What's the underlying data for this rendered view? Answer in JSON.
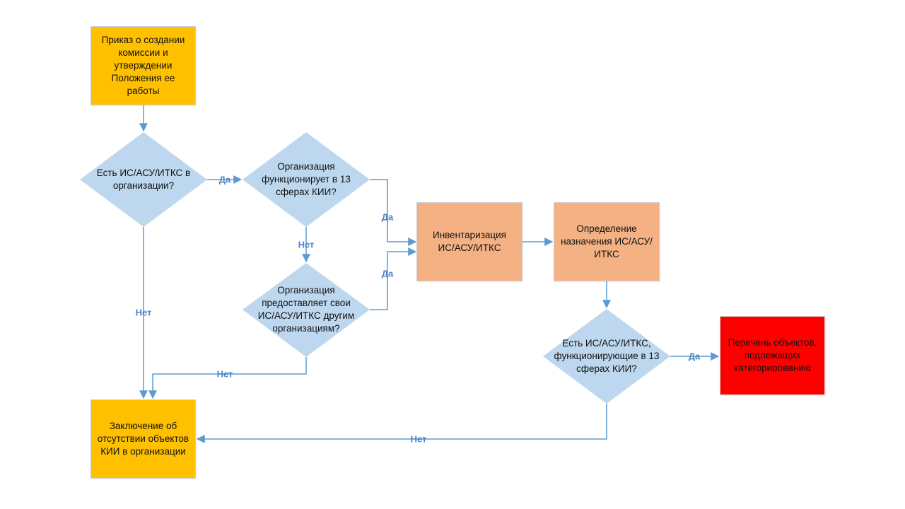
{
  "colors": {
    "start": "#ffc000",
    "process": "#f4b183",
    "result": "#ff0000",
    "decision": "#bdd7ee",
    "connector": "#5b9bd5",
    "edge_label": "#4a86c5"
  },
  "nodes": {
    "order": "Приказ о создании\nкомиссии и\nутверждении\nПоложения ее\nработы",
    "q_has_systems": "Есть ИС/АСУ/ИТКС в\nорганизации?",
    "q_functions_13": "Организация\nфункционирует в 13\nсферах КИИ?",
    "q_provides": "Организация\nпредоставляет свои\nИС/АСУ/ИТКС другим\nорганизациям?",
    "inventory": "Инвентаризация\nИС/АСУ/ИТКС",
    "purpose": "Определение\nназначения ИС/АСУ/\nИТКС",
    "q_systems_13": "Есть ИС/АСУ/ИТКС,\nфункционирующие в 13\nсферах КИИ?",
    "objects_list": "Перечень объектов,\nподлежащих\nкатегорированию",
    "conclusion": "Заключение об\nотсутствии объектов\nКИИ в организации"
  },
  "edge_labels": {
    "yes_has_systems": "Да",
    "no_has_systems": "Нет",
    "yes_functions_13": "Да",
    "no_functions_13": "Нет",
    "yes_provides": "Да",
    "no_provides": "Нет",
    "yes_systems_13": "Да",
    "no_systems_13": "Нет"
  }
}
